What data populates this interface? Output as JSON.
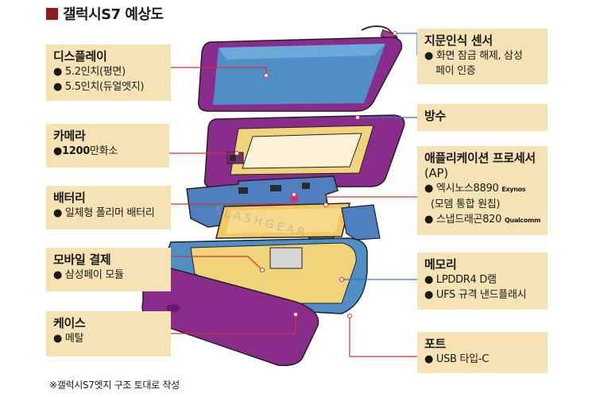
{
  "title": "갤럭시S7 예상도",
  "watermark": "SLASHGEAR",
  "footnote": "※갤럭시S7엣지 구조 토대로 작성",
  "colors": {
    "box_bg": "#f6e3b5",
    "title_square": "#8b1c1c",
    "purple": "#8a2c8c",
    "line_red": "#d0313a",
    "line_blue": "#3a6fc4"
  },
  "left_boxes": {
    "display": {
      "heading": "디스플레이",
      "items": [
        "5.2인치(평면)",
        "5.5인치(듀얼엣지)"
      ]
    },
    "camera": {
      "heading": "카메라",
      "item_bold": "1200",
      "item_rest": "만화소"
    },
    "battery": {
      "heading": "배터리",
      "items": [
        "일체형 폴리머 배터리"
      ]
    },
    "mobile_payment": {
      "heading": "모바일 결제",
      "items": [
        "삼성페이 모듈"
      ]
    },
    "case": {
      "heading": "케이스",
      "items": [
        "메탈"
      ]
    }
  },
  "right_boxes": {
    "fingerprint": {
      "heading": "지문인식 센서",
      "item_line1": "화면 잠금 해제, 삼성",
      "item_line2": "페이 인증"
    },
    "waterproof": {
      "heading": "방수"
    },
    "ap": {
      "heading_line1": "애플리케이션 프로세서",
      "heading_line2": "(AP)",
      "item1_line1": "엑시노스8890",
      "item1_sub": "Exynos",
      "item1_line2": "(모뎀 통합 원칩)",
      "item2": "스냅드래곤820",
      "item2_sub": "Qualcomm"
    },
    "memory": {
      "heading": "메모리",
      "items": [
        "LPDDR4 D램",
        "UFS 규격 낸드플래시"
      ]
    },
    "port": {
      "heading": "포트",
      "items": [
        "USB 타입-C"
      ]
    }
  }
}
